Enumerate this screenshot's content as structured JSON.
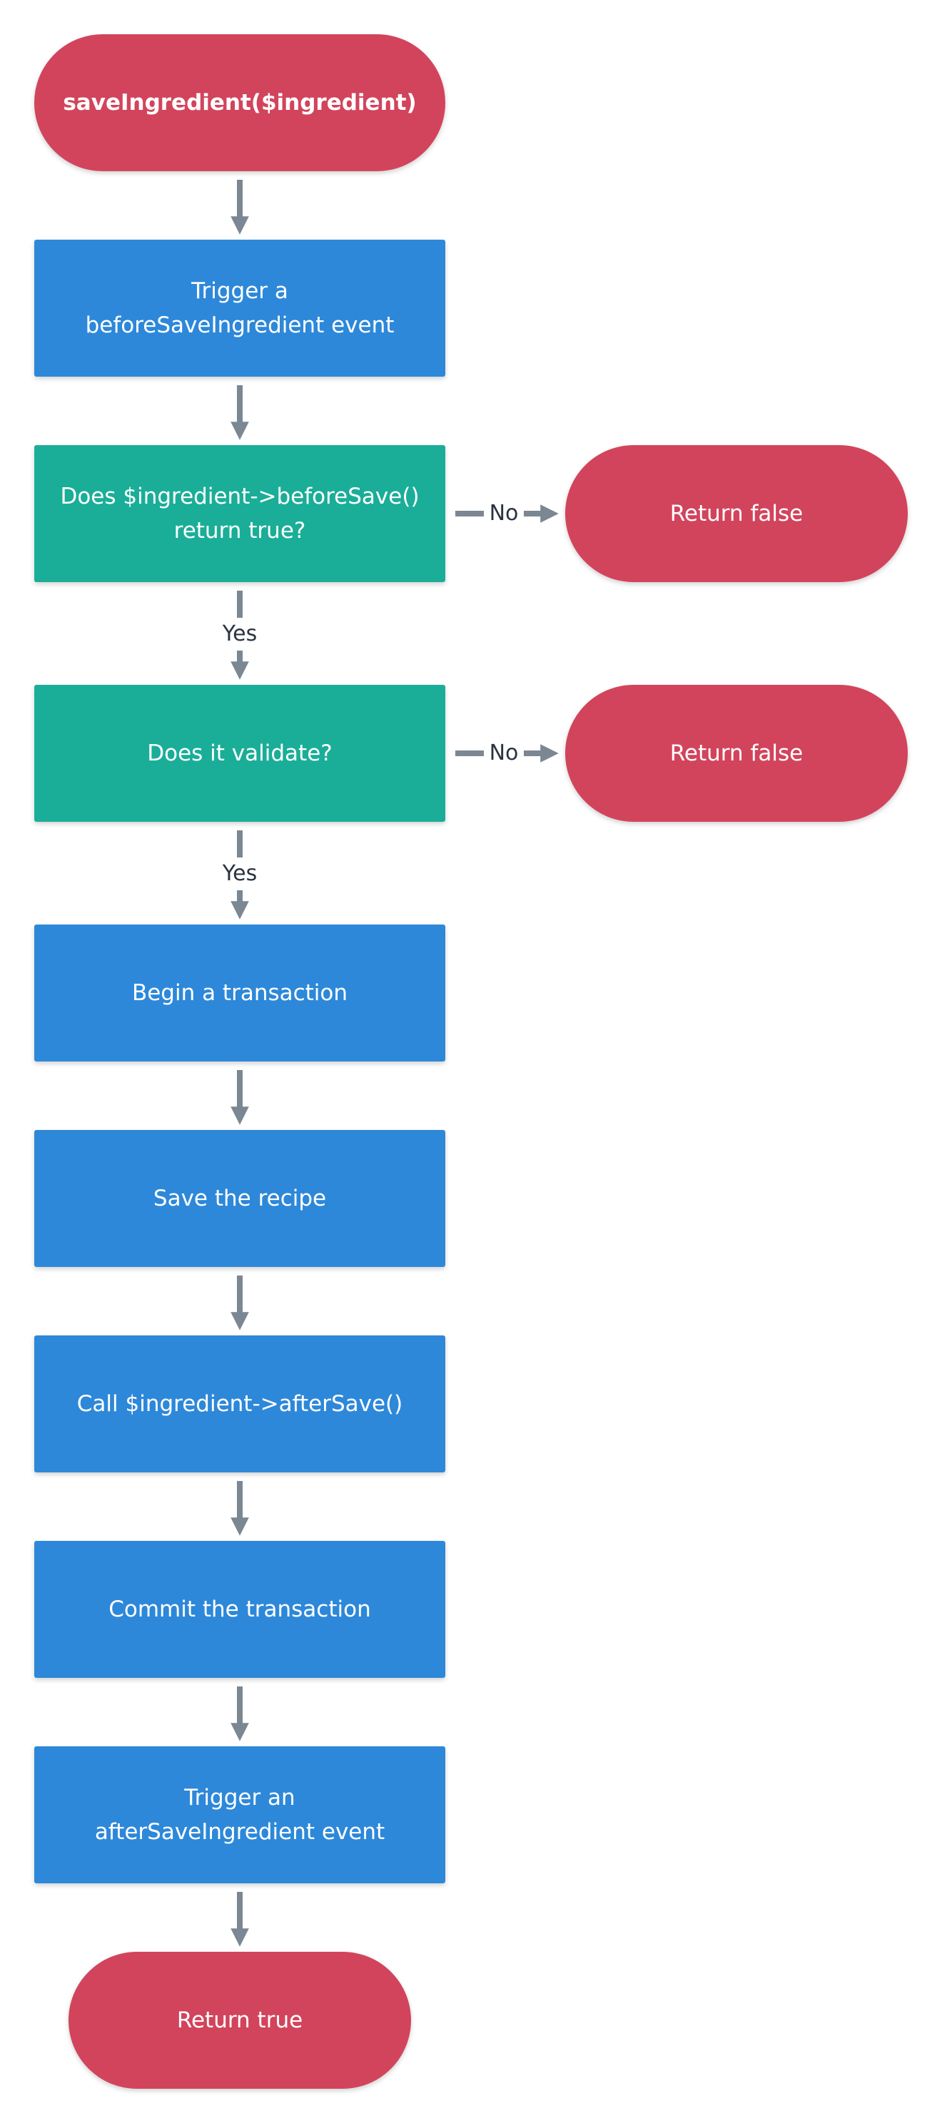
{
  "flow": {
    "start": "saveIngredient($ingredient)",
    "trigger_before": "Trigger a\nbeforeSaveIngredient event",
    "decision_beforesave": "Does $ingredient->beforeSave()\nreturn true?",
    "return_false_1": "Return false",
    "decision_validate": "Does it validate?",
    "return_false_2": "Return false",
    "begin_transaction": "Begin a transaction",
    "save_recipe": "Save the recipe",
    "call_aftersave": "Call $ingredient->afterSave()",
    "commit_transaction": "Commit the transaction",
    "trigger_after": "Trigger an\nafterSaveIngredient event",
    "return_true": "Return true"
  },
  "edges": {
    "yes_1": "Yes",
    "no_1": "No",
    "yes_2": "Yes",
    "no_2": "No"
  },
  "colors": {
    "terminal": "#d2445c",
    "process": "#2d88d9",
    "decision": "#1aae98",
    "arrow": "#7b8793",
    "label_text": "#2b3340"
  }
}
